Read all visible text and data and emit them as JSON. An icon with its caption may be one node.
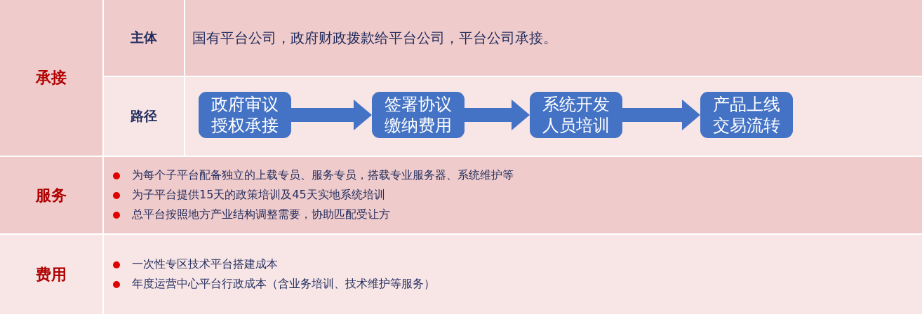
{
  "diagram": {
    "nodes": [
      {
        "text": [
          "政府审议授权承接"
        ]
      },
      {
        "text": [
          "签署协议缴纳费用"
        ]
      },
      {
        "text": [
          "系统开发人员培训"
        ]
      },
      {
        "text": [
          "产品上线交易流转"
        ]
      }
    ],
    "edges": [
      {
        "from": 0,
        "to": 1,
        "arrow": "to"
      },
      {
        "from": 1,
        "to": 2,
        "arrow": "to"
      },
      {
        "from": 2,
        "to": 3,
        "arrow": "to"
      }
    ],
    "labels": [
      "承接",
      "主体",
      "国有平台公司，政府财政拨款给平台公司，平台公司承接。",
      "路径",
      "服务",
      "为每个子平台配备独立的上载专员、服务专员，搭载专业服务器、系统维护等",
      "为子平台提供15天的政策培训及45天实地系统培训",
      "总平台按照地方产业结构调整需要，协助匹配受让方",
      "费用",
      "一次性专区技术平台搭建成本",
      "年度运营中心平台行政成本（含业务培训、技术维护等服务）"
    ]
  }
}
